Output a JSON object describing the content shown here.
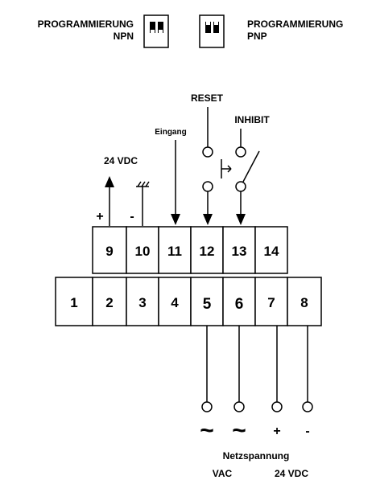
{
  "programming": {
    "npn_label_line1": "PROGRAMMIERUNG",
    "npn_label_line2": "NPN",
    "pnp_label_line1": "PROGRAMMIERUNG",
    "pnp_label_line2": "PNP"
  },
  "signals": {
    "supply_out": "24 VDC",
    "plus": "+",
    "minus": "-",
    "input": "Eingang",
    "reset": "RESET",
    "inhibit": "INHIBIT"
  },
  "upper_terminals": [
    "9",
    "10",
    "11",
    "12",
    "13",
    "14"
  ],
  "lower_terminals": [
    "1",
    "2",
    "3",
    "4",
    "5",
    "6",
    "7",
    "8"
  ],
  "mains": {
    "tilde": "~",
    "plus": "+",
    "minus": "-",
    "title": "Netzspannung",
    "vac": "VAC",
    "vdc": "24 VDC"
  }
}
